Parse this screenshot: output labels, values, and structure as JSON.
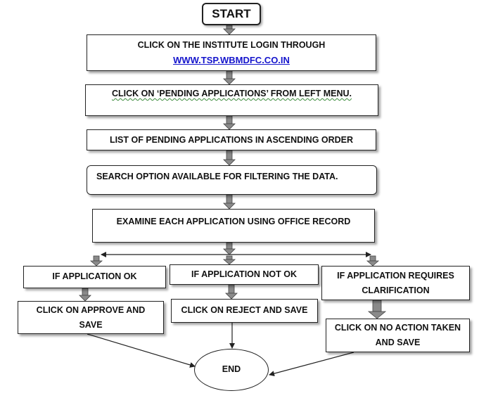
{
  "flowchart": {
    "start": "START",
    "step1_line1": "CLICK ON THE INSTITUTE LOGIN THROUGH",
    "step1_link": "WWW.TSP.WBMDFC.CO.IN",
    "step2": "CLICK ON ‘PENDING APPLICATIONS’ FROM LEFT MENU.",
    "step3": "LIST OF PENDING APPLICATIONS IN ASCENDING ORDER",
    "step4": "SEARCH OPTION AVAILABLE FOR FILTERING THE DATA.",
    "step5": "EXAMINE EACH APPLICATION USING OFFICE RECORD",
    "branch_ok": "IF APPLICATION OK",
    "branch_not_ok": "IF APPLICATION NOT OK",
    "branch_clarify_line1": "IF APPLICATION REQUIRES",
    "branch_clarify_line2": "CLARIFICATION",
    "action_approve_line1": "CLICK ON APPROVE AND",
    "action_approve_line2": "SAVE",
    "action_reject": "CLICK ON REJECT AND SAVE",
    "action_noaction_line1": "CLICK ON  NO ACTION TAKEN",
    "action_noaction_line2": "AND SAVE",
    "end": "END"
  },
  "colors": {
    "link": "#1515cc",
    "arrow_fill": "#8a8a8a",
    "line": "#222222"
  }
}
